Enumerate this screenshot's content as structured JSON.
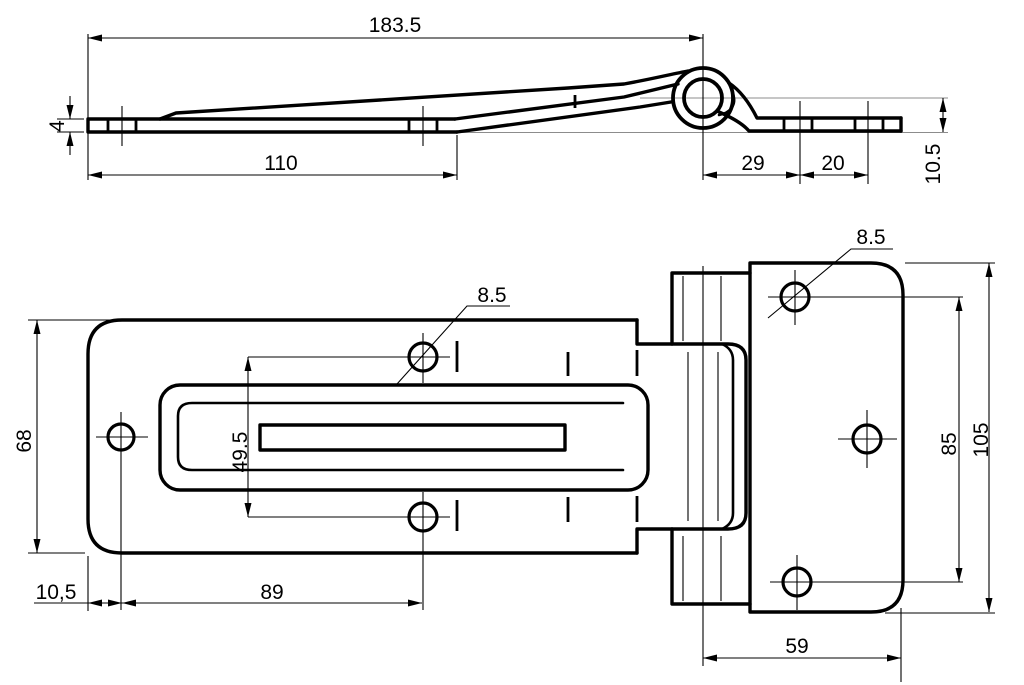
{
  "drawing": {
    "type": "technical-drawing",
    "subject": "door hinge, two orthographic views",
    "colors": {
      "background": "#ffffff",
      "line": "#000000",
      "reference_line": "#8c8c8c"
    },
    "dimensions": {
      "total_length": "183.5",
      "strap_flat_length": "110",
      "strap_thickness": "4",
      "pin_to_plate_hole": "29",
      "plate_hole_pitch_side": "20",
      "pin_height_offset": "10.5",
      "strap_width": "68",
      "strap_hole_diameter": "8.5",
      "strap_holes_pitch": "49.5",
      "strap_edge_to_hole": "10,5",
      "strap_hole_span": "89",
      "plate_hole_diameter": "8.5",
      "plate_holes_pitch": "85",
      "plate_height": "105",
      "plate_width": "59"
    }
  }
}
